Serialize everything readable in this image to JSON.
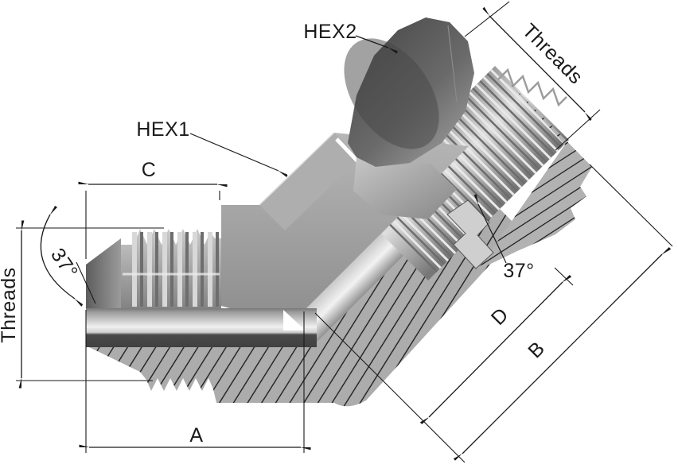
{
  "drawing": {
    "title": "45-degree flare fitting sectional drawing",
    "labels": {
      "hex1": "HEX1",
      "hex2": "HEX2",
      "threads_left": "Threads",
      "threads_top": "Threads",
      "angle_flare_left": "37°",
      "angle_seat": "37°",
      "dim_a": "A",
      "dim_b": "B",
      "dim_c": "C",
      "dim_d": "D"
    },
    "colors": {
      "background": "#ffffff",
      "line": "#1a1a1a",
      "metal_light": "#ededed",
      "metal_mid": "#a9a9a9",
      "metal_dark": "#4e4e4e",
      "hatch_fill": "#acacac"
    }
  }
}
